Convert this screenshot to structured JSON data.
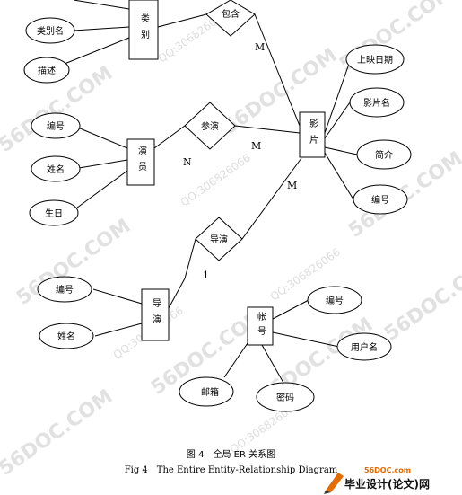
{
  "entities": {
    "category": "类别",
    "film": "影片",
    "actor": "演员",
    "director": "导演",
    "account": "帐号"
  },
  "relationships": {
    "contains": "包含",
    "acts_in": "参演",
    "directs": "导演"
  },
  "attributes": {
    "category_name": "类别名",
    "category_desc": "描述",
    "film_release_date": "上映日期",
    "film_name": "影片名",
    "film_intro": "简介",
    "film_id": "编号",
    "actor_id": "编号",
    "actor_name": "姓名",
    "actor_birthday": "生日",
    "director_id": "编号",
    "director_name": "姓名",
    "account_id": "编号",
    "account_username": "用户名",
    "account_email": "邮箱",
    "account_password": "密码"
  },
  "cardinalities": {
    "contains_m": "M",
    "acts_in_n": "N",
    "acts_in_m": "M",
    "directs_m": "M",
    "directs_1": "1"
  },
  "caption": {
    "chinese": "图 4　全局 ER 关系图",
    "english": "Fig 4　The Entire Entity-Relationship Diagram"
  },
  "watermark": {
    "site": "56DOC.COM",
    "qq": "QQ:306826066"
  },
  "logo": {
    "url": "56DOC.com",
    "name": "毕业设计(论文)网"
  }
}
